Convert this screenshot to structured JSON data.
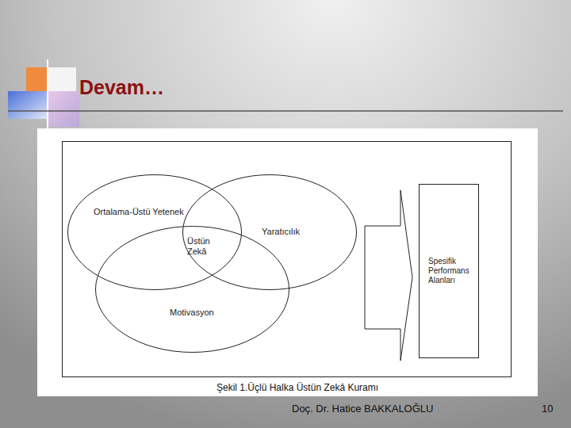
{
  "diagram": {
    "title": "Devam…",
    "caption": "Şekil 1.Üçlü Halka Üstün Zekâ Kuramı",
    "nodes": [
      {
        "text": [
          "Ortalama-Üstü Yetenek"
        ]
      },
      {
        "text": [
          "Yaratıcılık"
        ]
      },
      {
        "text": [
          "Motivasyon"
        ]
      },
      {
        "text": [
          "Spesifik Performans Alanları"
        ]
      }
    ],
    "labels": [
      "Üstün Zekâ",
      "Doç. Dr. Hatice BAKKALOĞLU",
      "10"
    ]
  }
}
